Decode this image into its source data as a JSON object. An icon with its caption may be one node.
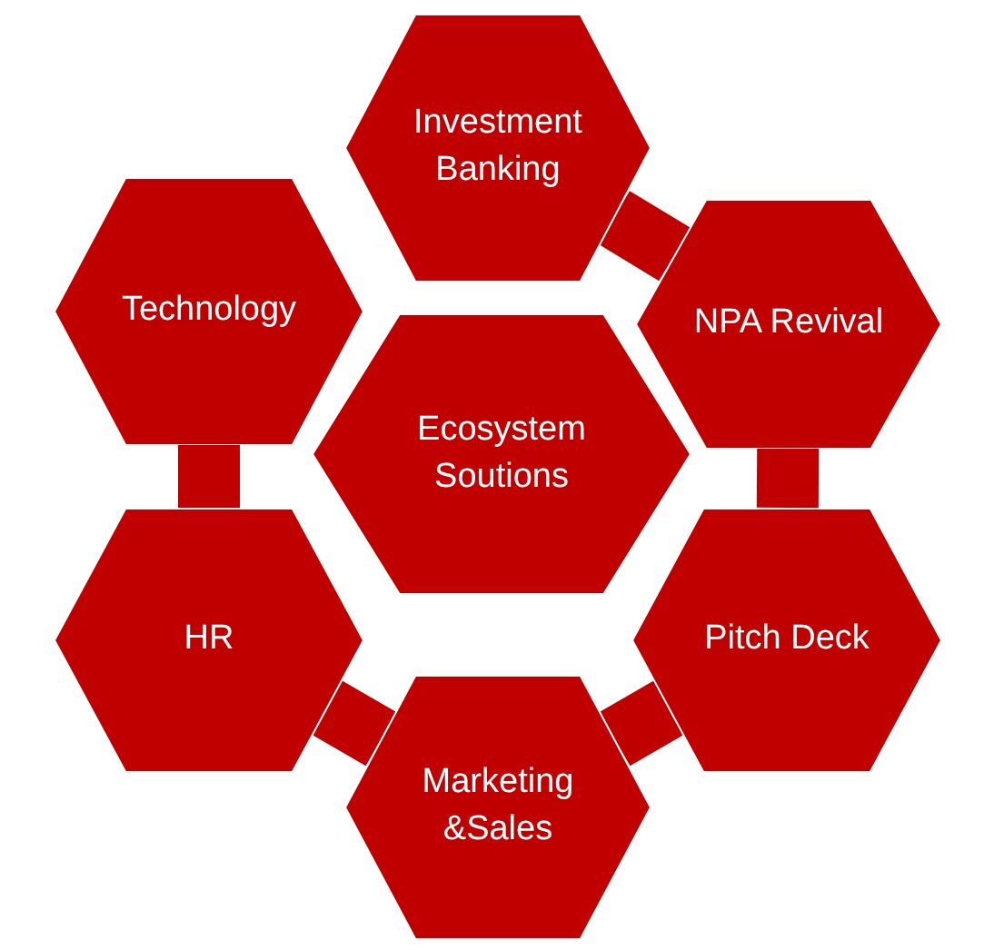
{
  "diagram": {
    "nodes": [
      {
        "text": [
          "Investment Banking"
        ]
      },
      {
        "text": [
          "Technology"
        ]
      },
      {
        "text": [
          "NPA Revival"
        ]
      },
      {
        "text": [
          "Ecosystem Soutions"
        ]
      },
      {
        "text": [
          "HR"
        ]
      },
      {
        "text": [
          "Pitch Deck"
        ]
      },
      {
        "text": [
          "Marketing &Sales"
        ]
      }
    ],
    "edges": [
      {
        "from": 0,
        "to": 2,
        "arrow": "none"
      },
      {
        "from": 2,
        "to": 5,
        "arrow": "none"
      },
      {
        "from": 5,
        "to": 6,
        "arrow": "none"
      },
      {
        "from": 6,
        "to": 4,
        "arrow": "none"
      },
      {
        "from": 4,
        "to": 1,
        "arrow": "none"
      }
    ]
  }
}
